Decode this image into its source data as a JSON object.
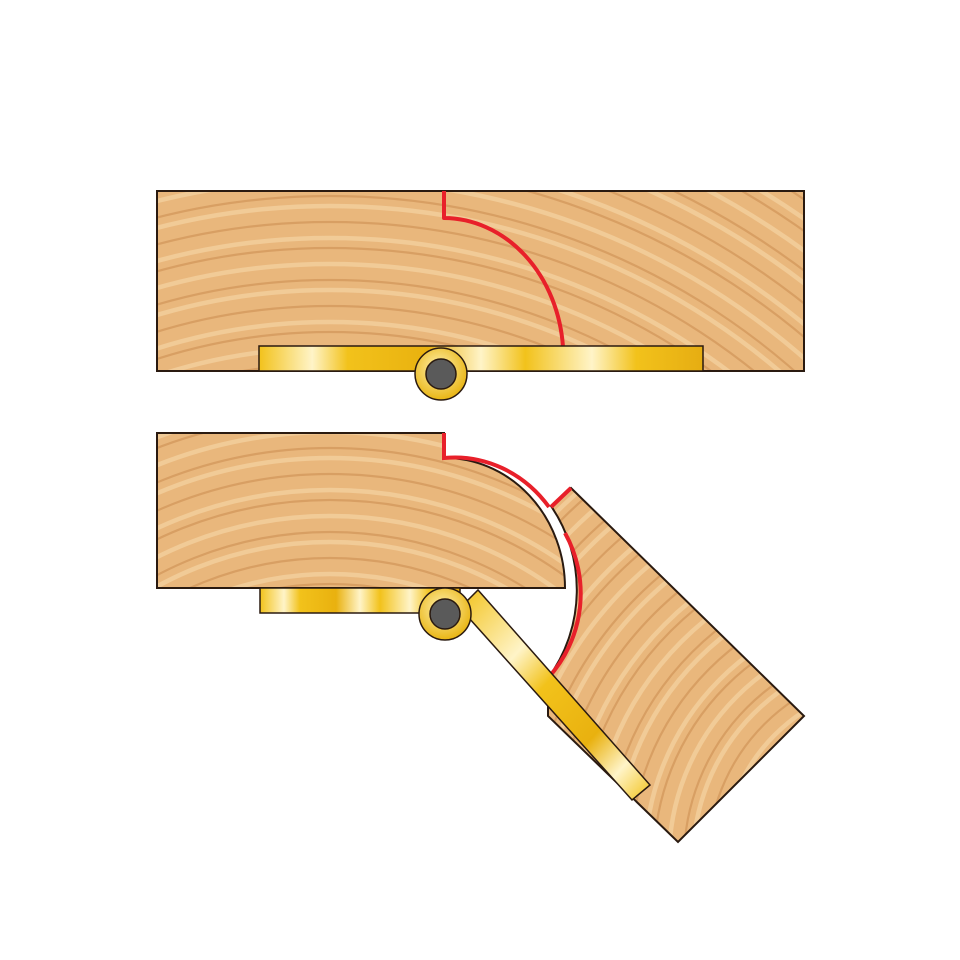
{
  "diagram": {
    "subject": "rule-joint-hinge",
    "states": [
      {
        "state": "closed",
        "hinge_angle_deg": 0
      },
      {
        "state": "open",
        "hinge_angle_deg": 45
      }
    ]
  },
  "colors": {
    "background": "#ffffff",
    "wood_base": "#e9b77c",
    "wood_light": "#f6d3a3",
    "wood_dark": "#c98b4f",
    "outline": "#2a1a10",
    "profile_line": "#e8202a",
    "hinge_leaf": "#f2c21b",
    "hinge_highlight": "#fff4c8",
    "knuckle_ring": "#f5c93a",
    "pin": "#5a5a5a"
  },
  "icons": {
    "hinge_pin": "hinge-pin-icon"
  }
}
